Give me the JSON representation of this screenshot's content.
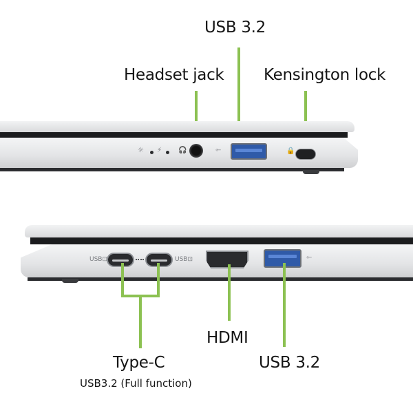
{
  "top_view": {
    "labels": {
      "usb_top": "USB 3.2",
      "headset": "Headset jack",
      "kensington": "Kensington lock"
    },
    "port_icons": {
      "power_led": "☼",
      "battery_led": "⚡",
      "headset_icon": "🎧",
      "usb_symbol": "⇽",
      "lock_icon": "🔒"
    }
  },
  "bottom_view": {
    "labels": {
      "hdmi": "HDMI",
      "usb_bottom": "USB 3.2",
      "typec": "Type-C",
      "typec_sub": "USB3.2 (Full function)"
    },
    "port_icons": {
      "usbc_left": "USB⊡",
      "usbc_right": "USB⊡",
      "usb_symbol": "⇽"
    }
  },
  "colors": {
    "callout_line": "#8cc152",
    "usb_blue": "#2f5aa8",
    "chassis": "#e3e4e6",
    "text": "#151515"
  }
}
